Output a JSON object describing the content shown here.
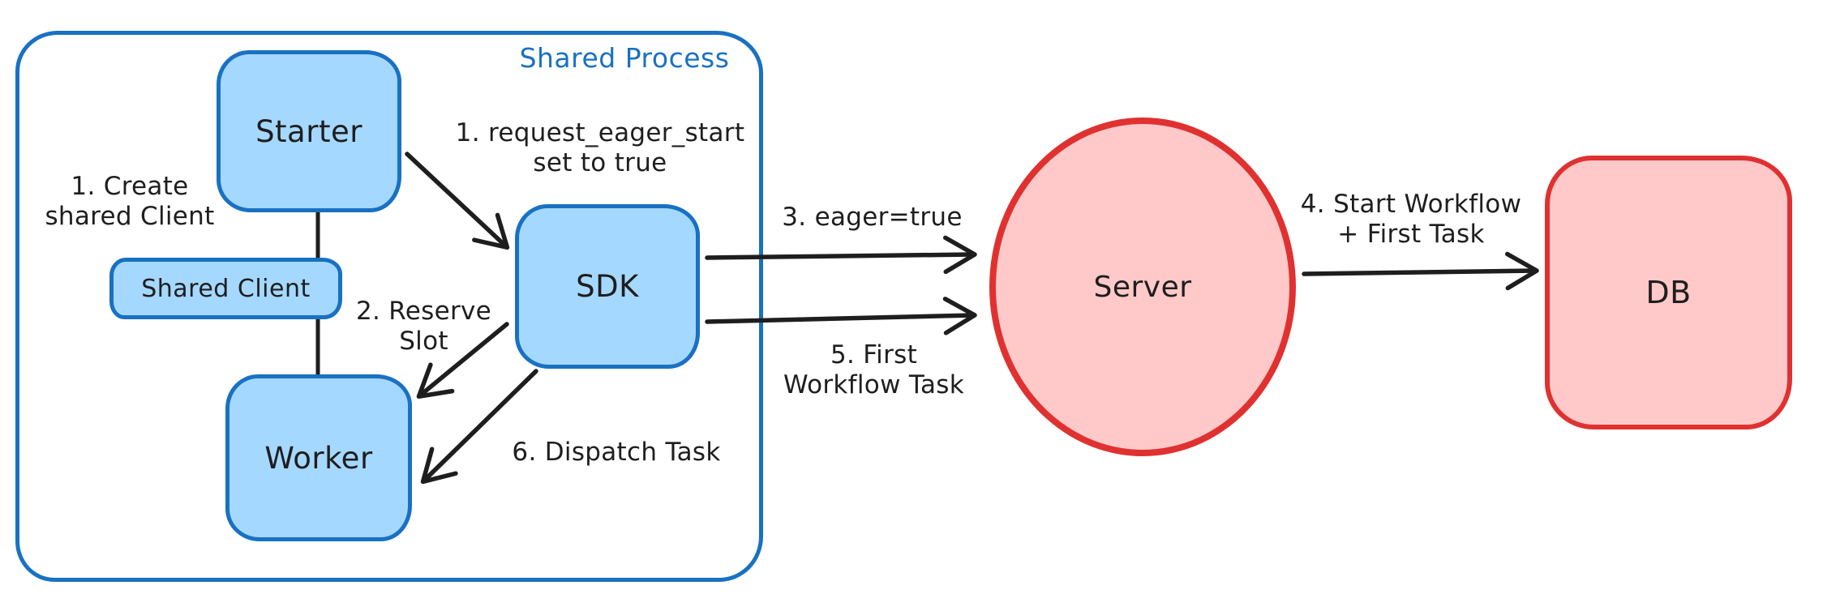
{
  "diagram": {
    "group_label": "Shared Process",
    "nodes": {
      "starter": "Starter",
      "shared_client": "Shared Client",
      "worker": "Worker",
      "sdk": "SDK",
      "server": "Server",
      "db": "DB"
    },
    "annotations": {
      "create_shared_client": [
        "1. Create",
        "shared Client"
      ],
      "request_eager_start": [
        "1. request_eager_start",
        "set to true"
      ],
      "reserve_slot": [
        "2. Reserve",
        "Slot"
      ],
      "eager_true": [
        "3. eager=true"
      ],
      "start_workflow": [
        "4. Start Workflow",
        "+ First Task"
      ],
      "first_workflow_task": [
        "5. First",
        "Workflow Task"
      ],
      "dispatch_task": [
        "6. Dispatch Task"
      ]
    },
    "colors": {
      "blue_fill": "#a5d8ff",
      "blue_border": "#1971c2",
      "red_fill": "#ffc9c9",
      "red_border": "#e03131",
      "ink": "#1e1e1e",
      "bg": "#ffffff"
    }
  }
}
